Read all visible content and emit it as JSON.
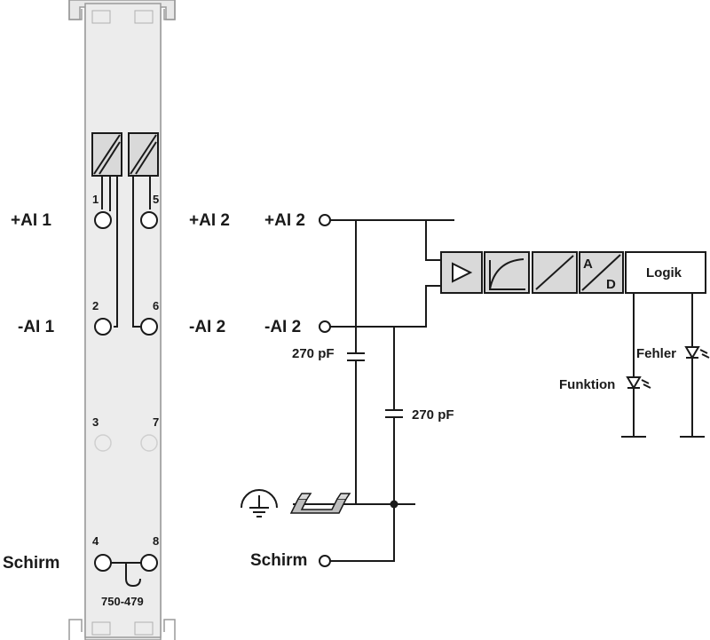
{
  "module": {
    "part_number": "750-479",
    "pins": [
      "1",
      "5",
      "2",
      "6",
      "3",
      "7",
      "4",
      "8"
    ]
  },
  "left_labels": {
    "ai1_plus": "+AI 1",
    "ai1_minus": "-AI 1",
    "ai2_plus": "+AI 2",
    "ai2_minus": "-AI 2",
    "shield": "Schirm"
  },
  "schematic": {
    "ai2_plus": "+AI 2",
    "ai2_minus": "-AI 2",
    "shield": "Schirm",
    "cap1": "270 pF",
    "cap2": "270 pF",
    "adc_a": "A",
    "adc_d": "D",
    "logic": "Logik",
    "led_error": "Fehler",
    "led_function": "Funktion"
  },
  "icons": [
    "ground-symbol-icon",
    "din-rail-icon",
    "amplifier-icon",
    "filter-icon",
    "isolator-icon",
    "led-icon"
  ],
  "colors": {
    "ink": "#1a1a1a",
    "module_fill": "#e6e6e6",
    "block_fill": "#d9d9d9"
  }
}
